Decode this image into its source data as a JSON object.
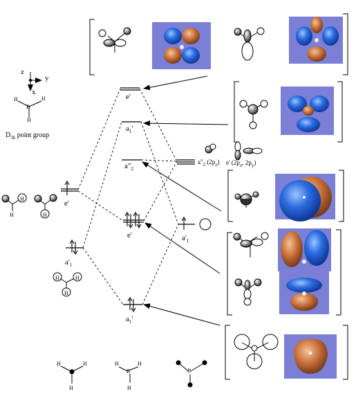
{
  "point_group": {
    "label_main": "D",
    "label_sub": "3h",
    "label_rest": " point group"
  },
  "axes": {
    "z": "z",
    "y": "y",
    "x": "x"
  },
  "atoms": {
    "H": "H",
    "B": "B"
  },
  "levels": {
    "e_prime_top": "e'",
    "a1_prime_top": "a",
    "a1_prime_top_sub": "1",
    "a1_prime_top_sup": "'",
    "a2_dprime": "a\"",
    "a2_dprime_sub": "2",
    "e_prime_mid": "e'",
    "a1_prime_bottom": "a",
    "a1_prime_bottom_sub": "1",
    "a1_prime_bottom_sup": "'"
  },
  "boron": {
    "a2_label": "a\"",
    "a2_label_sub": "2",
    "a2_orbital": "(2p",
    "a2_orbital_sub": "z",
    "a2_orbital_end": ")",
    "e_label": "e' (2p",
    "e_sub_x": "x",
    "e_mid": ", 2p",
    "e_sub_y": "y",
    "e_end": ")",
    "a1_label": "a'",
    "a1_label_sub": "1"
  },
  "hydrogen": {
    "e_label": "e'",
    "a1_label": "a'",
    "a1_label_sub": "1"
  },
  "colors": {
    "panel_bg": "#7b7fd6",
    "lobe_blue": "#1a5fd8",
    "lobe_orange": "#c8703a",
    "line": "#000000"
  }
}
